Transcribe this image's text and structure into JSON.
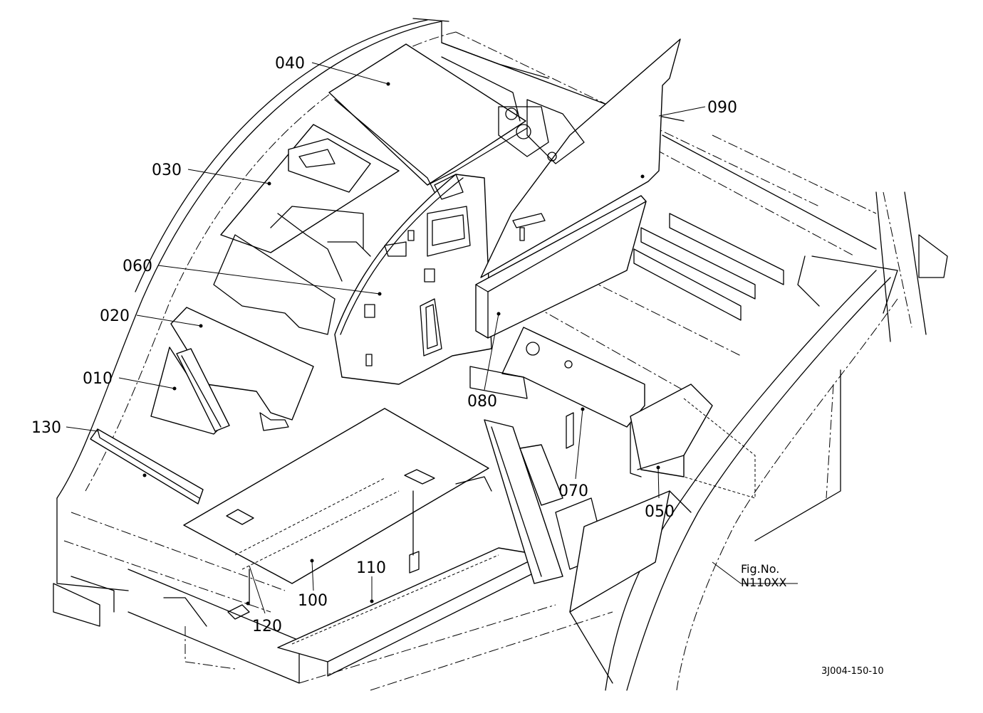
{
  "parts": [
    {
      "label": "010"
    },
    {
      "label": "020"
    },
    {
      "label": "030"
    },
    {
      "label": "040"
    },
    {
      "label": "050"
    },
    {
      "label": "060"
    },
    {
      "label": "070"
    },
    {
      "label": "080"
    },
    {
      "label": "090"
    },
    {
      "label": "100"
    },
    {
      "label": "110"
    },
    {
      "label": "120"
    },
    {
      "label": "130"
    }
  ],
  "figure_ref": {
    "line1": "Fig.No.",
    "line2": "N110XX"
  },
  "drawing_code": "3J004-150-10"
}
